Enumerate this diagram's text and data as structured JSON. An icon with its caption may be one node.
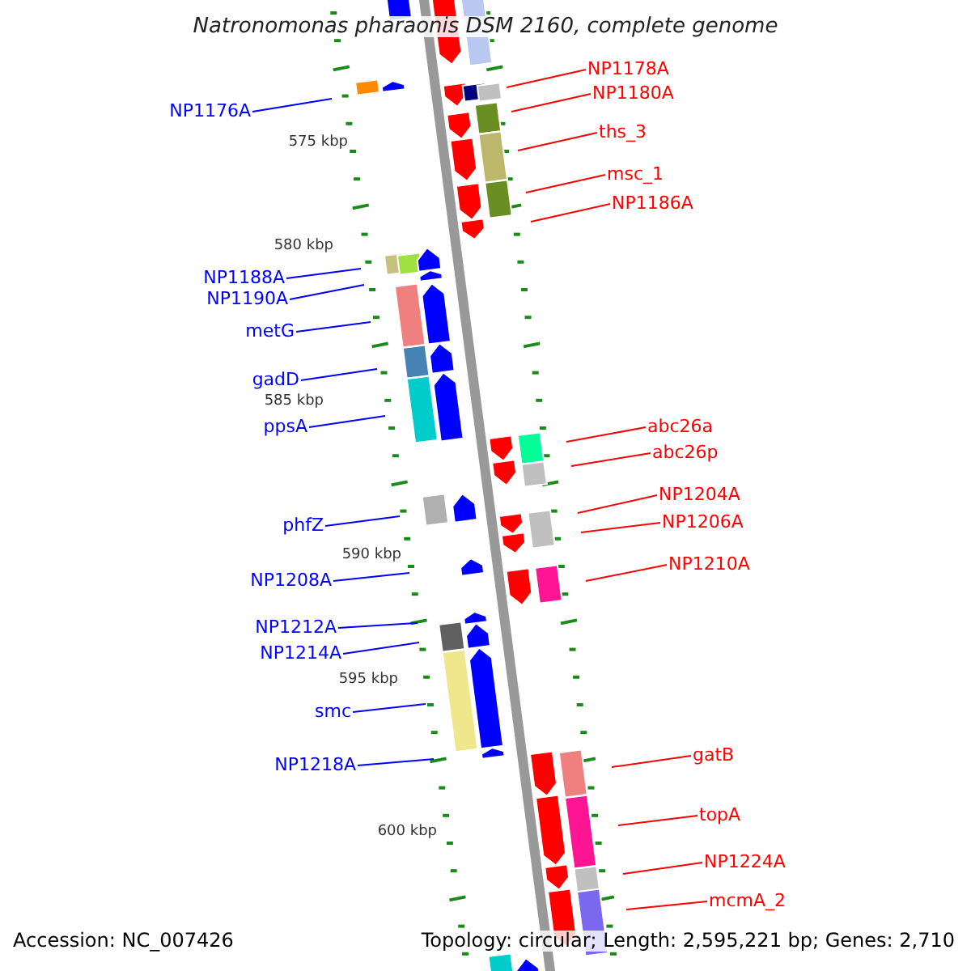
{
  "diagram": {
    "title": "Natronomonas pharaonis DSM 2160, complete genome",
    "nodes": [
      {
        "text": [
          "NP1178A"
        ]
      },
      {
        "text": [
          "NP1180A"
        ]
      },
      {
        "text": [
          "NP1176A"
        ]
      },
      {
        "text": [
          "ths_3"
        ]
      },
      {
        "text": [
          "msc_1"
        ]
      },
      {
        "text": [
          "NP1186A"
        ]
      },
      {
        "text": [
          "NP1188A"
        ]
      },
      {
        "text": [
          "NP1190A"
        ]
      },
      {
        "text": [
          "metG"
        ]
      },
      {
        "text": [
          "gadD"
        ]
      },
      {
        "text": [
          "ppsA"
        ]
      },
      {
        "text": [
          "abc26a"
        ]
      },
      {
        "text": [
          "abc26p"
        ]
      },
      {
        "text": [
          "NP1204A"
        ]
      },
      {
        "text": [
          "NP1206A"
        ]
      },
      {
        "text": [
          "phfZ"
        ]
      },
      {
        "text": [
          "NP1210A"
        ]
      },
      {
        "text": [
          "NP1208A"
        ]
      },
      {
        "text": [
          "NP1212A"
        ]
      },
      {
        "text": [
          "NP1214A"
        ]
      },
      {
        "text": [
          "smc"
        ]
      },
      {
        "text": [
          "gatB"
        ]
      },
      {
        "text": [
          "NP1218A"
        ]
      },
      {
        "text": [
          "topA"
        ]
      },
      {
        "text": [
          "NP1224A"
        ]
      },
      {
        "text": [
          "mcmA_2"
        ]
      }
    ],
    "edges": [
      {
        "from": 0,
        "to": null,
        "arrow": "none"
      },
      {
        "from": 1,
        "to": null,
        "arrow": "none"
      },
      {
        "from": 2,
        "to": null,
        "arrow": "none",
        "color": "#0000ff"
      },
      {
        "from": 3,
        "to": null,
        "arrow": "none"
      },
      {
        "from": 4,
        "to": null,
        "arrow": "none"
      },
      {
        "from": 5,
        "to": null,
        "arrow": "none"
      },
      {
        "from": 6,
        "to": null,
        "arrow": "none",
        "color": "#0000ff"
      },
      {
        "from": 7,
        "to": null,
        "arrow": "none",
        "color": "#0000ff"
      },
      {
        "from": 8,
        "to": null,
        "arrow": "none",
        "color": "#0000ff"
      },
      {
        "from": 9,
        "to": null,
        "arrow": "none",
        "color": "#0000ff"
      },
      {
        "from": 10,
        "to": null,
        "arrow": "none",
        "color": "#0000ff"
      },
      {
        "from": 11,
        "to": null,
        "arrow": "none"
      },
      {
        "from": 12,
        "to": null,
        "arrow": "none"
      },
      {
        "from": 13,
        "to": null,
        "arrow": "none"
      },
      {
        "from": 14,
        "to": null,
        "arrow": "none"
      },
      {
        "from": 15,
        "to": null,
        "arrow": "none",
        "color": "#0000ff"
      },
      {
        "from": 16,
        "to": null,
        "arrow": "none"
      },
      {
        "from": 17,
        "to": null,
        "arrow": "none",
        "color": "#0000ff"
      },
      {
        "from": 18,
        "to": null,
        "arrow": "none",
        "color": "#0000ff"
      },
      {
        "from": 19,
        "to": null,
        "arrow": "none",
        "color": "#0000ff"
      },
      {
        "from": 20,
        "to": null,
        "arrow": "none",
        "color": "#0000ff"
      },
      {
        "from": 21,
        "to": null,
        "arrow": "none"
      },
      {
        "from": 22,
        "to": null,
        "arrow": "none",
        "color": "#0000ff"
      },
      {
        "from": 23,
        "to": null,
        "arrow": "none"
      },
      {
        "from": 24,
        "to": null,
        "arrow": "none"
      },
      {
        "from": 25,
        "to": null,
        "arrow": "none"
      }
    ],
    "labels": [
      "575 kbp",
      "580 kbp",
      "585 kbp",
      "590 kbp",
      "595 kbp",
      "600 kbp",
      "Accession: NC_007426",
      "Topology: circular; Length: 2,595,221 bp; Genes: 2,710"
    ]
  }
}
